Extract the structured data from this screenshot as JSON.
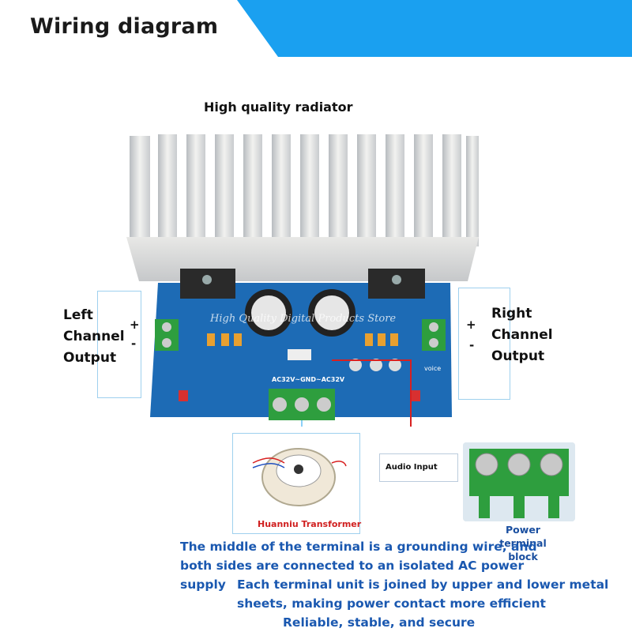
{
  "header": {
    "title": "Wiring diagram",
    "bar_color": "#1aa0f0"
  },
  "radiator_label": "High quality radiator",
  "left_channel": {
    "label": "Left Channel Output",
    "plus": "+",
    "minus": "-"
  },
  "right_channel": {
    "label": "Right Channel Output",
    "plus": "+",
    "minus": "-"
  },
  "transformer_label": "Huanniu Transformer",
  "audio_input_label": "Audio Input",
  "power_terminal_label": "Power terminal block",
  "board_texts": {
    "ac_label": "AC32V~GND~AC32V",
    "voice": "voice"
  },
  "watermark": "High Quality Digital Products Store",
  "description": {
    "line1": "The middle of the terminal is a grounding wire, and",
    "line2": "both sides are connected to an isolated AC power",
    "line3": "supply",
    "line4": "Each terminal unit is joined by upper and lower metal",
    "line5": "sheets, making power contact more efficient",
    "line6": "Reliable, stable, and secure"
  },
  "colors": {
    "pcb": "#1d6bb5",
    "terminal_green": "#2e9e3e",
    "description_text": "#1a58b0",
    "wire_red": "#d82020"
  }
}
